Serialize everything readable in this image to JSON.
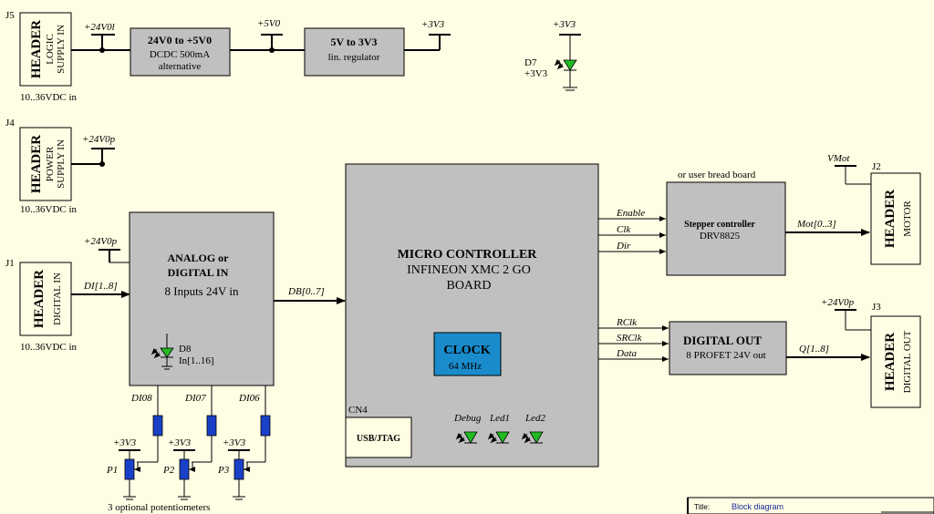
{
  "headers": {
    "j5": {
      "ref": "J5",
      "title": "HEADER",
      "sub1": "LOGIC",
      "sub2": "SUPPLY IN",
      "note": "10..36VDC in"
    },
    "j4": {
      "ref": "J4",
      "title": "HEADER",
      "sub1": "POWER",
      "sub2": "SUPPLY IN",
      "note": "10..36VDC in"
    },
    "j1": {
      "ref": "J1",
      "title": "HEADER",
      "sub1": "DIGITAL IN",
      "note": "10..36VDC in"
    },
    "j2": {
      "ref": "J2",
      "title": "HEADER",
      "sub1": "MOTOR"
    },
    "j3": {
      "ref": "J3",
      "title": "HEADER",
      "sub1": "DIGITAL OUT"
    }
  },
  "blocks": {
    "dcdc": {
      "line1": "24V0 to +5V0",
      "line2": "DCDC 500mA",
      "line3": "alternative"
    },
    "reg": {
      "line1": "5V to 3V3",
      "line2": "lin. regulator"
    },
    "analog": {
      "line1": "ANALOG or",
      "line2": "DIGITAL IN",
      "line3": "8 Inputs 24V in",
      "led_ref": "D8",
      "led_label": "In[1..16]"
    },
    "mcu": {
      "line1": "MICRO CONTROLLER",
      "line2": "INFINEON XMC 2 GO",
      "line3": "BOARD",
      "clock": "CLOCK",
      "clock_freq": "64 MHz",
      "cn": "CN4",
      "usb": "USB/JTAG"
    },
    "stepper": {
      "note": "or user bread board",
      "line1": "Stepper controller",
      "line2": "DRV8825"
    },
    "dout": {
      "line1": "DIGITAL OUT",
      "line2": "8 PROFET 24V out"
    }
  },
  "nets": {
    "v24l": "+24V0l",
    "v5": "+5V0",
    "v33a": "+3V3",
    "v33b": "+3V3",
    "v24p_a": "+24V0p",
    "v24p_b": "+24V0p",
    "v24p_c": "+24V0p",
    "vmot": "VMot",
    "v33_p1": "+3V3",
    "v33_p2": "+3V3",
    "v33_p3": "+3V3"
  },
  "d7": {
    "ref": "D7",
    "label": "+3V3"
  },
  "signals": {
    "di": "DI[1..8]",
    "db": "DB[0..7]",
    "enable": "Enable",
    "clk": "Clk",
    "dir": "Dir",
    "mot": "Mot[0..3]",
    "rclk": "RClk",
    "srclk": "SRClk",
    "data": "Data",
    "q": "Q[1..8]",
    "di08": "DI08",
    "di07": "DI07",
    "di06": "DI06"
  },
  "leds": {
    "debug": "Debug",
    "led1": "Led1",
    "led2": "Led2"
  },
  "pots": {
    "p1": "P1",
    "p2": "P2",
    "p3": "P3",
    "note": "3 optional potentiometers"
  },
  "titleblock": {
    "label": "Title:",
    "value": "Block diagram"
  },
  "colors": {
    "block": "#c0c0c0",
    "clock": "#1a8ccc",
    "led": "#22bb22",
    "resistor": "#1a40c8",
    "background": "#fffde3"
  }
}
